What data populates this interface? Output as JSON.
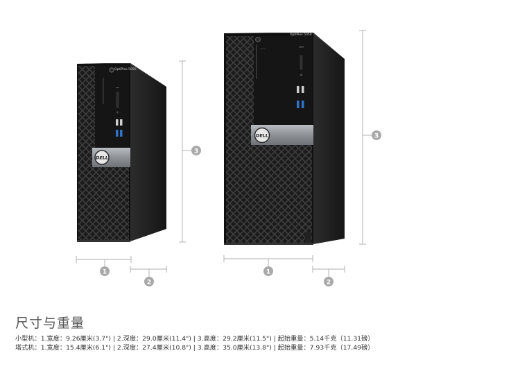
{
  "diagram": {
    "small_form_factor": {
      "brand_label": "OptiPlex 5050",
      "logo_text": "DELL",
      "markers": [
        "1",
        "2",
        "3"
      ]
    },
    "tower": {
      "brand_label": "OptiPlex 5050",
      "logo_text": "DELL",
      "markers": [
        "1",
        "2",
        "3"
      ]
    }
  },
  "section": {
    "title": "尺寸与重量",
    "specs": [
      "小型机：1.宽度：9.26厘米(3.7\") | 2.深度：29.0厘米(11.4\") | 3.高度：29.2厘米(11.5\") | 起始重量：5.14千克（11.31磅）",
      "塔式机：1.宽度：15.4厘米(6.1\") | 2.深度：27.4厘米(10.8\") | 3.高度：35.0厘米(13.8\") | 起始重量：7.93千克（17.49磅）"
    ]
  }
}
